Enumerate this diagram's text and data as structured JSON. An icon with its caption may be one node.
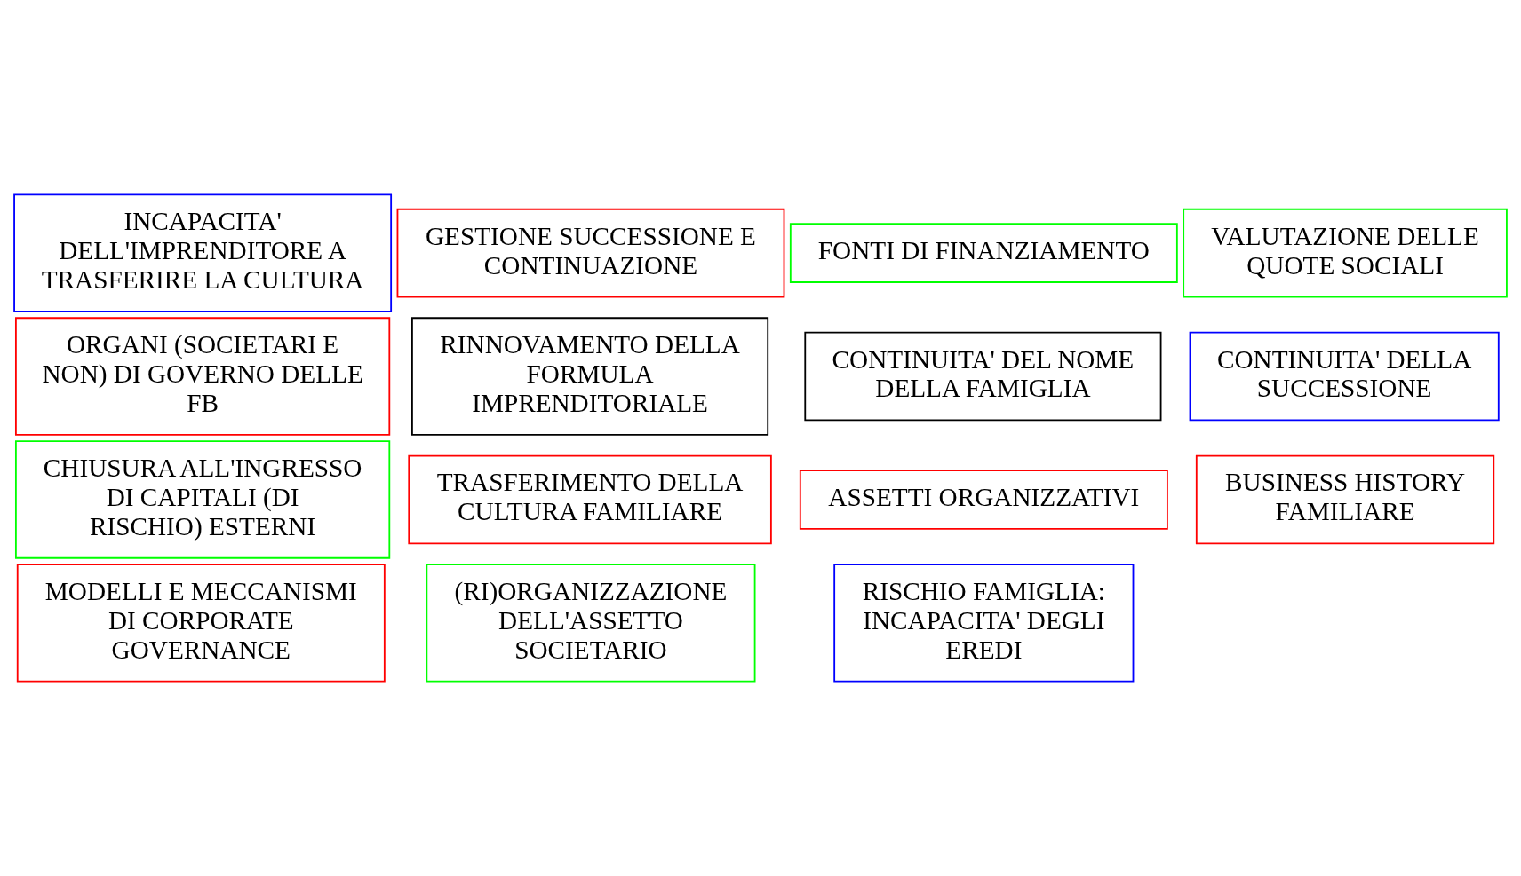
{
  "diagram": {
    "nodes": [
      {
        "text": [
          "INCAPACITA' DELL'IMPRENDITORE A TRASFERIRE LA CULTURA"
        ]
      },
      {
        "text": [
          "GESTIONE SUCCESSIONE E CONTINUAZIONE"
        ]
      },
      {
        "text": [
          "MODELLI E MECCANISMI DI CORPORATE GOVERNANCE"
        ]
      },
      {
        "text": [
          "BUSINESS HISTORY FAMILIARE"
        ]
      },
      {
        "text": [
          "CONTINUITA' DEL NOME DELLA FAMIGLIA"
        ]
      },
      {
        "text": [
          "CONTINUITA' DELLA SUCCESSIONE"
        ]
      },
      {
        "text": [
          "(RI)ORGANIZZAZIONE DELL'ASSETTO SOCIETARIO"
        ]
      },
      {
        "text": [
          "ORGANI (SOCIETARI E NON) DI GOVERNO DELLE FB"
        ]
      },
      {
        "text": [
          "VALUTAZIONE DELLE QUOTE SOCIALI"
        ]
      },
      {
        "text": [
          "RISCHIO FAMIGLIA: INCAPACITA' DEGLI EREDI"
        ]
      },
      {
        "text": [
          "TRASFERIMENTO DELLA CULTURA FAMILIARE"
        ]
      },
      {
        "text": [
          "RINNOVAMENTO DELLA FORMULA IMPRENDITORIALE"
        ]
      },
      {
        "text": [
          "CHIUSURA ALL'INGRESSO DI CAPITALI (DI RISCHIO) ESTERNI"
        ]
      },
      {
        "text": [
          "FONTI DI FINANZIAMENTO"
        ]
      },
      {
        "text": [
          "ASSETTI ORGANIZZATIVI"
        ]
      }
    ],
    "edges": []
  }
}
